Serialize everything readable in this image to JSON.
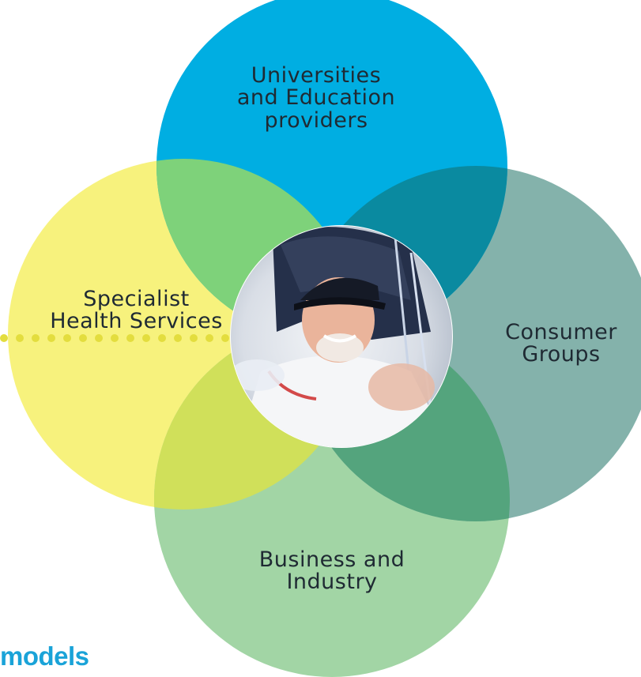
{
  "diagram": {
    "circles": {
      "top": {
        "label": "Universities\nand Education\nproviders",
        "color": "#00aee2"
      },
      "left": {
        "label": "Specialist\nHealth Services",
        "color": "#f7f27d"
      },
      "right": {
        "label": "Consumer\nGroups",
        "color": "#84b2ab"
      },
      "bottom": {
        "label": "Business and\nIndustry",
        "color": "#a2d5a5"
      }
    },
    "overlap_colors": {
      "top_left": "#7ed27a",
      "top_right": "#0a8aa0",
      "left_bottom": "#d0e05a",
      "right_bottom": "#54a47d"
    },
    "center_photo": "photo of smiling man in a cap",
    "dotted_line_color": "#e3dd3e"
  },
  "footer": {
    "heading": "models"
  }
}
